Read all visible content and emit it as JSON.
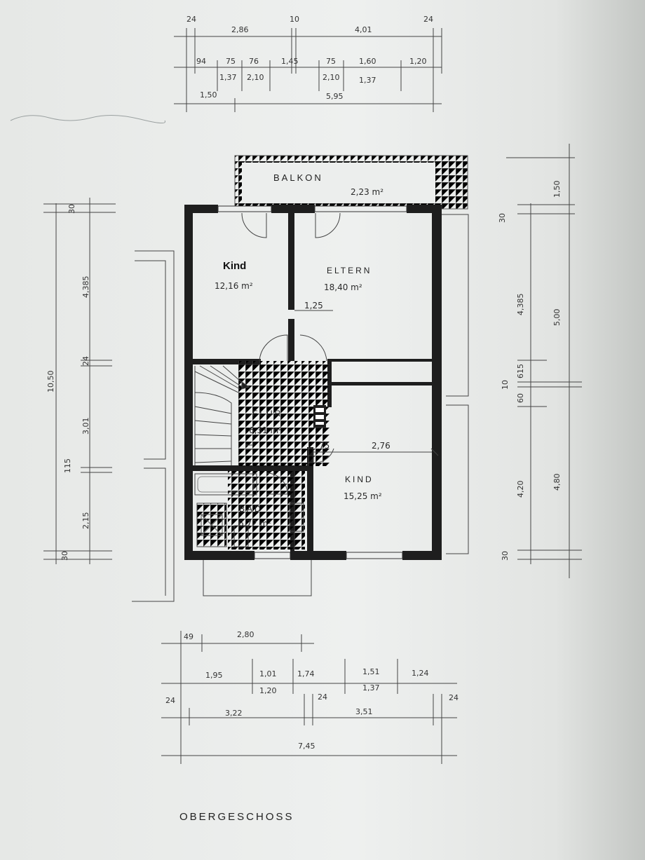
{
  "title": "OBERGESCHOSS",
  "rooms": {
    "balkon": {
      "name": "BALKON",
      "area": "2,23 m²"
    },
    "kind1": {
      "name": "Kind",
      "area": "12,16 m²"
    },
    "eltern": {
      "name": "ELTERN",
      "area": "18,40 m²"
    },
    "flur": {
      "name": "FLUR",
      "area": "6,31 m²"
    },
    "kind2": {
      "name": "KIND",
      "area": "15,25 m²"
    },
    "bad": {
      "name": "BAD",
      "area": "6,72 m²"
    }
  },
  "inner_dims": {
    "eltern_door": "1,25",
    "kind_door": "75",
    "kind_width": "2,76"
  },
  "top_dims": {
    "row1": [
      "24",
      "2,86",
      "10",
      "4,01",
      "24"
    ],
    "row2_upper": [
      "94",
      "75",
      "76",
      "1,45",
      "75",
      "1,60",
      "1,20"
    ],
    "row2_lower": [
      "1,37",
      "2,10",
      "2,10",
      "1,37"
    ],
    "row3": [
      "1,50",
      "5,95"
    ]
  },
  "bottom_dims": {
    "row1": [
      "49",
      "2,80"
    ],
    "row2_upper": [
      "1,95",
      "1,01",
      "1,74",
      "1,51",
      "1,24"
    ],
    "row2_lower": [
      "1,20",
      "1,37"
    ],
    "row3": [
      "24",
      "3,22",
      "24",
      "3,51",
      "24"
    ],
    "row4": [
      "7,45"
    ]
  },
  "left_dims": {
    "total": "10,50",
    "segments": [
      "30",
      "4,385",
      "24",
      "3,01",
      "115",
      "2,15",
      "30"
    ]
  },
  "right_dims": {
    "segments_outer": [
      "1,50",
      "5,00",
      "4,80"
    ],
    "segments_inner": [
      "30",
      "4,385",
      "615",
      "10",
      "60",
      "4,20",
      "30"
    ]
  }
}
